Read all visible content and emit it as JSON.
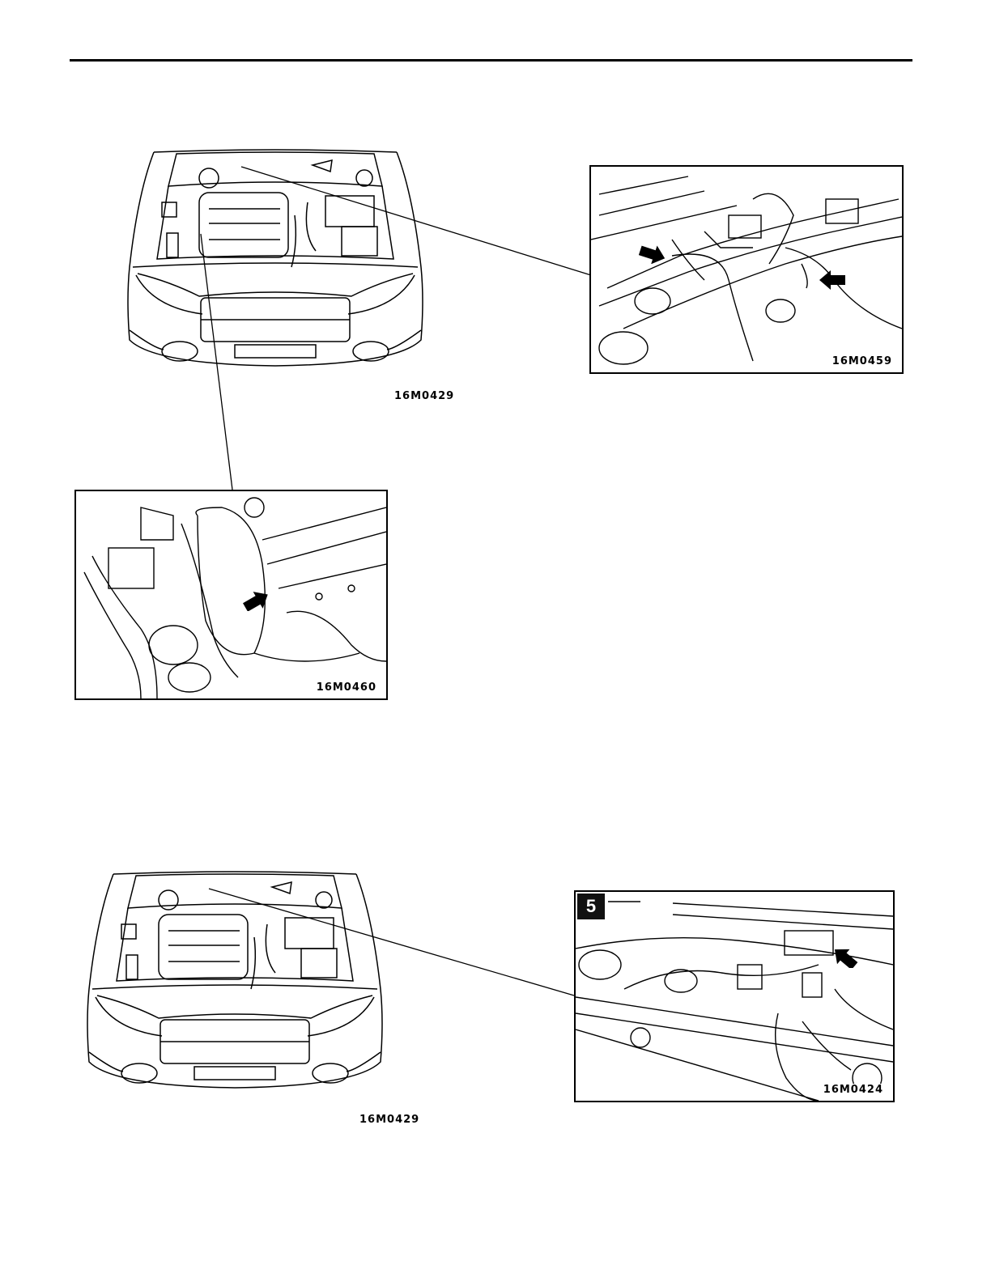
{
  "figures": {
    "top_car_code": "16M0429",
    "top_right_inset_code": "16M0459",
    "top_left_inset_code": "16M0460",
    "bottom_car_code": "16M0429",
    "bottom_inset_code": "16M0424",
    "bottom_inset_badge": "5"
  },
  "icons": {
    "arrow": "pointer-arrow-icon",
    "car": "car-front-engine-bay-illustration"
  }
}
